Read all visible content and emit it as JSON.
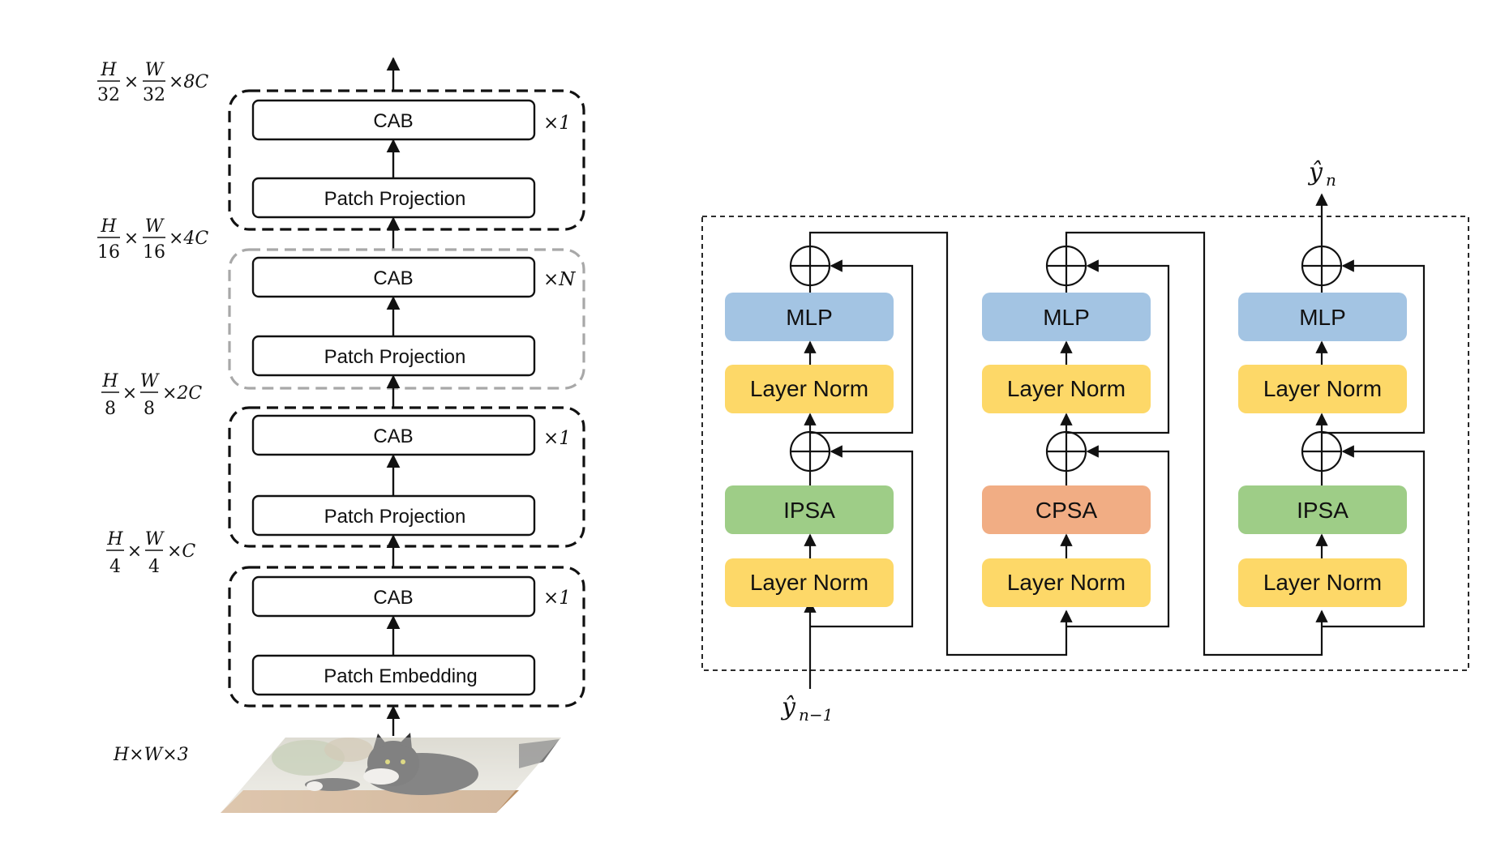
{
  "left": {
    "stages": [
      {
        "cab": "CAB",
        "proj": "Patch Projection",
        "repeat": "×1"
      },
      {
        "cab": "CAB",
        "proj": "Patch Projection",
        "repeat": "×N"
      },
      {
        "cab": "CAB",
        "proj": "Patch Projection",
        "repeat": "×1"
      },
      {
        "cab": "CAB",
        "proj": "Patch Embedding",
        "repeat": "×1"
      }
    ],
    "dims": [
      {
        "num1": "H",
        "den1": "32",
        "num2": "W",
        "den2": "32",
        "tail": "×8C"
      },
      {
        "num1": "H",
        "den1": "16",
        "num2": "W",
        "den2": "16",
        "tail": "×4C"
      },
      {
        "num1": "H",
        "den1": "8",
        "num2": "W",
        "den2": "8",
        "tail": "×2C"
      },
      {
        "num1": "H",
        "den1": "4",
        "num2": "W",
        "den2": "4",
        "tail": "×C"
      }
    ],
    "input_dim": "H×W×3",
    "times": "×"
  },
  "right": {
    "output_label": "ŷ",
    "output_sub": "n",
    "input_label": "ŷ",
    "input_sub": "n−1",
    "blocks": [
      {
        "mlp": "MLP",
        "norm_top": "Layer Norm",
        "attn": "IPSA",
        "norm_bottom": "Layer Norm"
      },
      {
        "mlp": "MLP",
        "norm_top": "Layer Norm",
        "attn": "CPSA",
        "norm_bottom": "Layer Norm"
      },
      {
        "mlp": "MLP",
        "norm_top": "Layer Norm",
        "attn": "IPSA",
        "norm_bottom": "Layer Norm"
      }
    ]
  },
  "colors": {
    "mlp": "#a3c4e3",
    "norm": "#fdd868",
    "ipsa": "#9ecd87",
    "cpsa": "#f1ad84",
    "stroke": "#111111",
    "dash_gray": "#a8a8a8"
  }
}
